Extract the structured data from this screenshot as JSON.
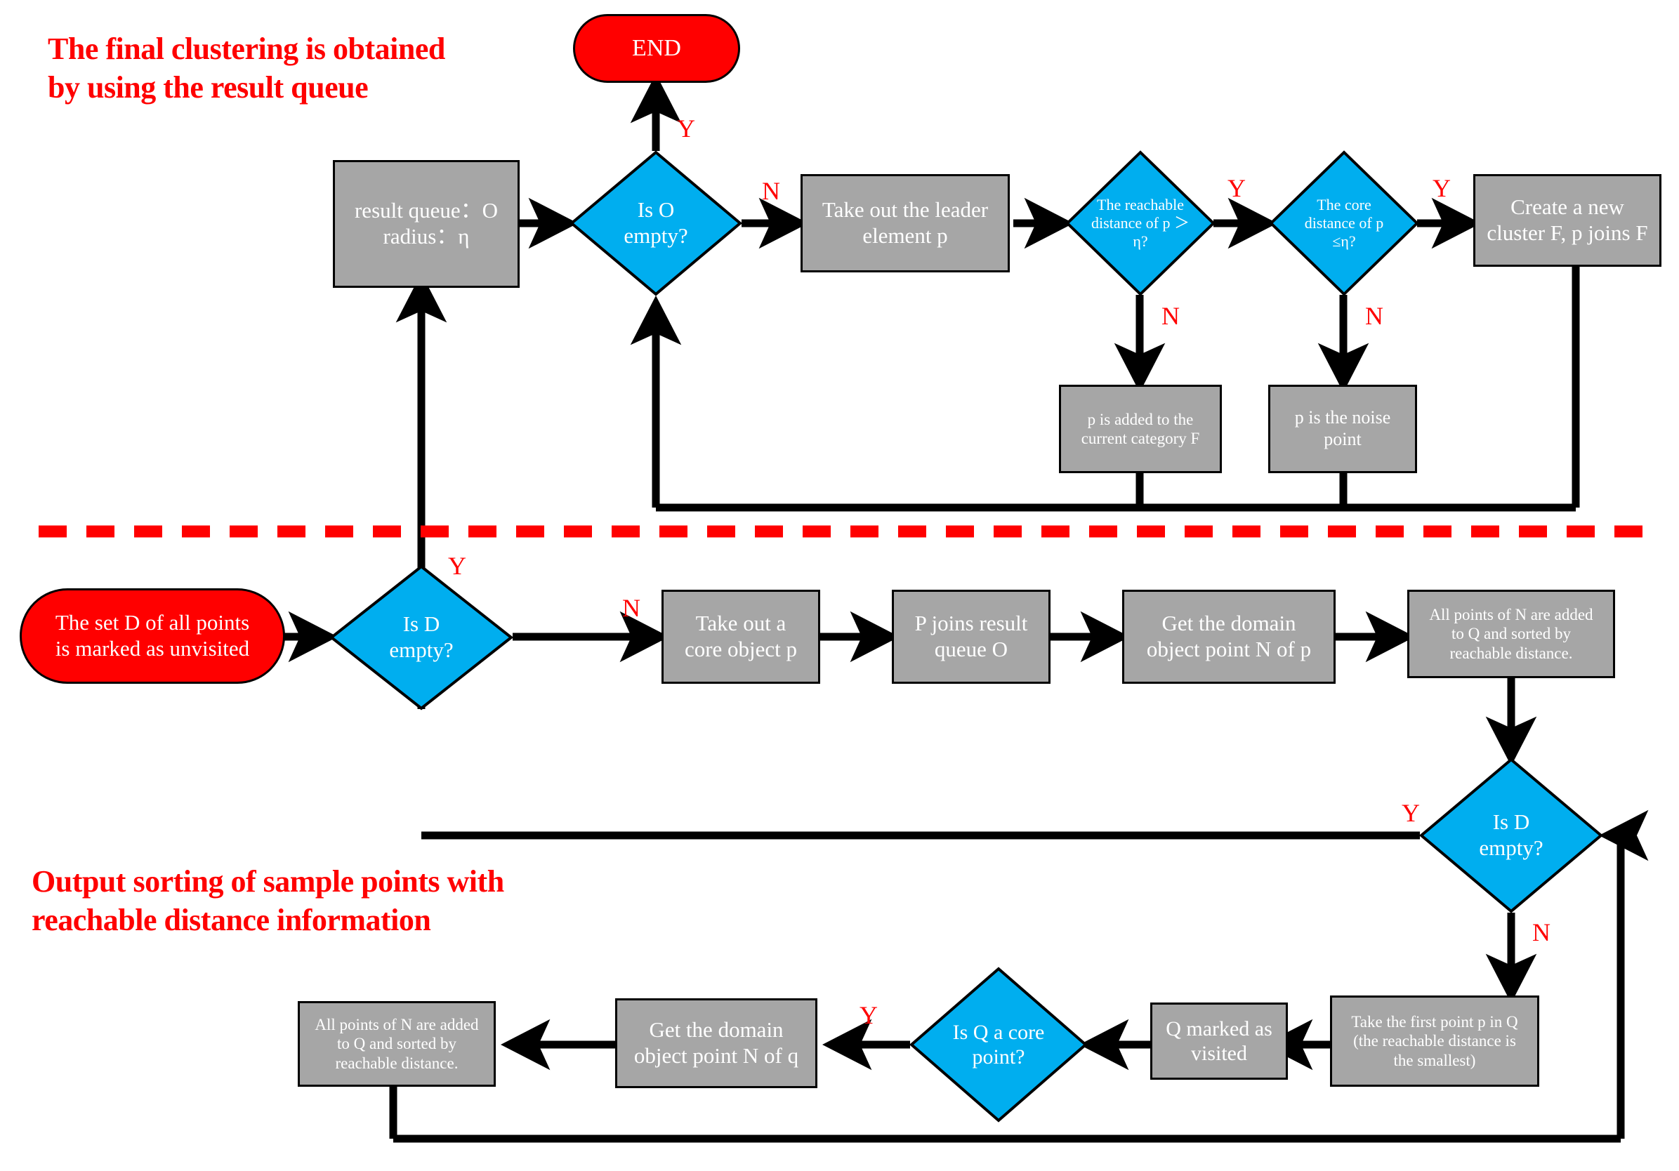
{
  "diagram": {
    "title": "OPTICS clustering algorithm flowchart",
    "colors": {
      "process_fill": "#a6a6a6",
      "decision_fill": "#00aeef",
      "terminator_fill": "#ff0000",
      "annotation_text": "#ff0000",
      "node_text": "#ffffff",
      "connector": "#000000",
      "divider": "#ff0000"
    }
  },
  "annotations": [
    {
      "id": "note-top",
      "text": "The final clustering is obtained\nby using the result queue"
    },
    {
      "id": "note-bottom",
      "text": "Output sorting of sample points with\nreachable distance information"
    }
  ],
  "divider": {
    "style": "dashed",
    "color": "#ff0000",
    "label": "section separator"
  },
  "nodes": {
    "end": {
      "label": "END",
      "shape": "terminator"
    },
    "result_queue": {
      "label": "result queue：O\nradius：η",
      "shape": "process"
    },
    "is_o_empty": {
      "label": "Is O\nempty?",
      "shape": "decision"
    },
    "take_leader": {
      "label": "Take out the leader\nelement p",
      "shape": "process"
    },
    "reach_dist_gt": {
      "label": "The reachable\ndistance of p ＞\nη?",
      "shape": "decision"
    },
    "core_dist_le": {
      "label": "The core\ndistance of p\n≤η?",
      "shape": "decision"
    },
    "create_cluster": {
      "label": "Create a new\ncluster F, p joins F",
      "shape": "process"
    },
    "added_current_cat": {
      "label": "p is added to the\ncurrent category F",
      "shape": "process"
    },
    "noise_point": {
      "label": "p is the noise\npoint",
      "shape": "process"
    },
    "start_set_d": {
      "label": "The set D of all points\nis marked as unvisited",
      "shape": "terminator"
    },
    "is_d_empty_1": {
      "label": "Is D\nempty?",
      "shape": "decision"
    },
    "take_core_obj": {
      "label": "Take out a\ncore object p",
      "shape": "process"
    },
    "p_joins_queue": {
      "label": "P joins result\nqueue O",
      "shape": "process"
    },
    "domain_n_of_p": {
      "label": "Get the domain\nobject point N of p",
      "shape": "process"
    },
    "n_to_q_sorted_1": {
      "label": "All points of N are added\nto Q and sorted by\nreachable distance.",
      "shape": "process"
    },
    "is_d_empty_2": {
      "label": "Is D\nempty?",
      "shape": "decision"
    },
    "take_first_q": {
      "label": "Take the first point p in Q\n(the reachable distance is\nthe smallest)",
      "shape": "process"
    },
    "q_visited": {
      "label": "Q marked as\nvisited",
      "shape": "process"
    },
    "is_q_core": {
      "label": "Is Q a core\npoint?",
      "shape": "decision"
    },
    "domain_n_of_q": {
      "label": "Get the domain\nobject point N of q",
      "shape": "process"
    },
    "n_to_q_sorted_2": {
      "label": "All points of N are added\nto Q and sorted by\nreachable distance.",
      "shape": "process"
    }
  },
  "edge_labels": {
    "is_o_empty_yes": "Y",
    "is_o_empty_no": "N",
    "reach_dist_yes": "Y",
    "reach_dist_no": "N",
    "core_dist_yes": "Y",
    "core_dist_no": "N",
    "is_d_empty_1_yes": "Y",
    "is_d_empty_1_no": "N",
    "is_d_empty_2_yes": "Y",
    "is_d_empty_2_no": "N",
    "is_q_core_yes": "Y"
  }
}
